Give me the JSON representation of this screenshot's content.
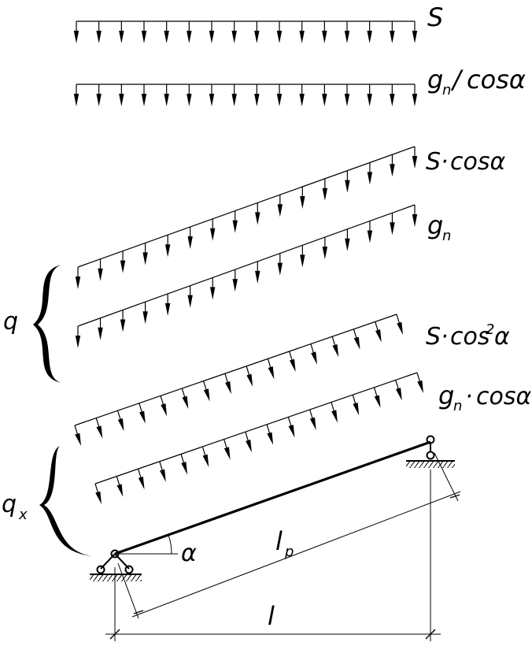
{
  "labels": {
    "snow": "S",
    "gn_over_cos": "gn/cosα",
    "s_cos": "S·cosα",
    "gn": "gn",
    "s_cos2": "S·cos²α",
    "gn_cos": "gn·cosα",
    "q": "q",
    "qx": "qx",
    "alpha": "α",
    "lp": "lp",
    "l": "l"
  },
  "text": {
    "gn_g": "g",
    "gn_n": "n",
    "cosa": "cosα",
    "slash": "/",
    "s": "S",
    "dot": "·",
    "cos": "cos",
    "sup2": "2",
    "a": "α",
    "q": "q",
    "qx_q": "q",
    "qx_x": "x",
    "lp_l": "l",
    "lp_p": "p",
    "l": "l"
  },
  "colors": {
    "stroke": "#000000",
    "background": "#ffffff"
  }
}
